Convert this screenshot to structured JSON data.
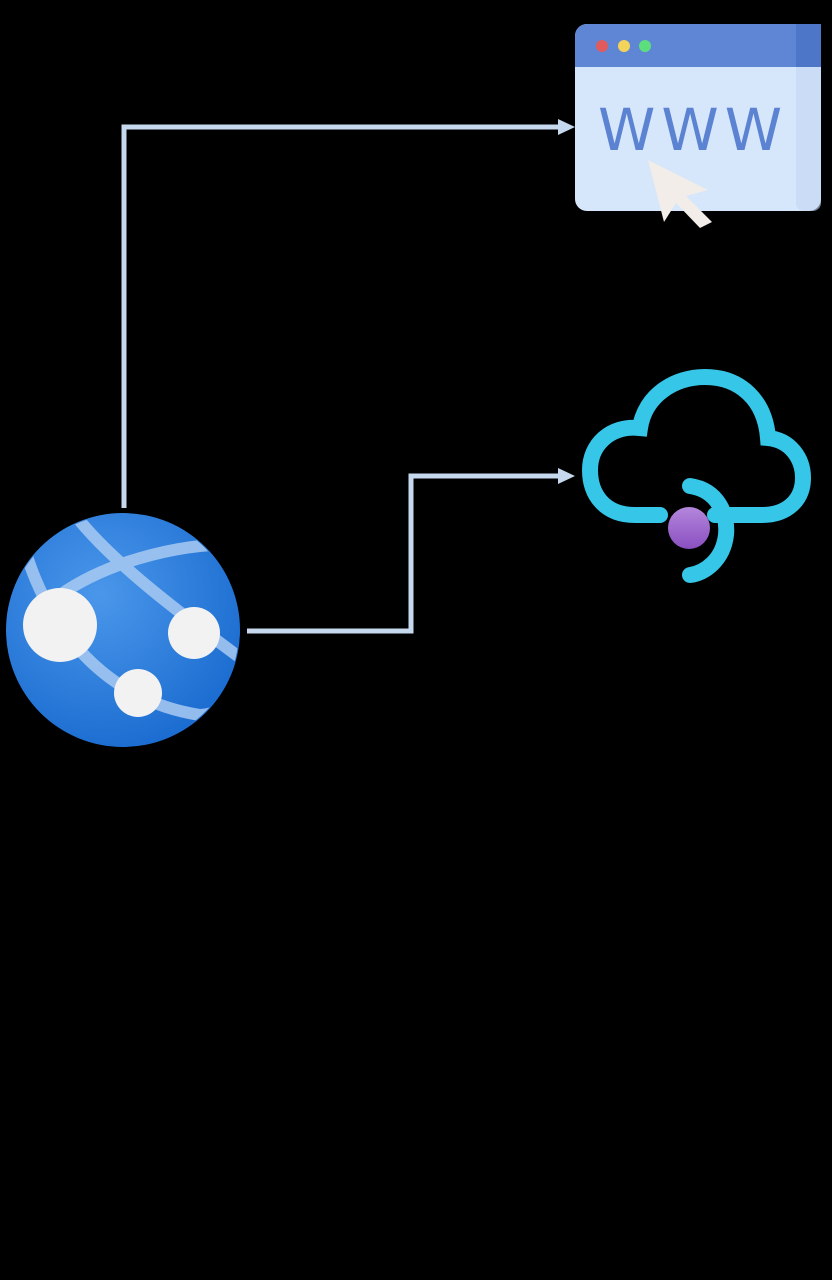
{
  "diagram": {
    "nodes": [
      {
        "id": "web-app",
        "icon": "globe-web-app-icon"
      },
      {
        "id": "website",
        "icon": "browser-www-icon",
        "text": "WWW"
      },
      {
        "id": "cloud-service",
        "icon": "cloud-service-icon"
      }
    ],
    "edges": [
      {
        "from": "web-app",
        "to": "website"
      },
      {
        "from": "web-app",
        "to": "cloud-service"
      }
    ],
    "colors": {
      "background": "#000000",
      "connector": "#c6d8ee",
      "globe": "#2f7fdc",
      "browser_header": "#5f86d4",
      "browser_body": "#d6e6fb",
      "cloud": "#35c6e8",
      "cloud_dot": "#9a62c8"
    }
  }
}
